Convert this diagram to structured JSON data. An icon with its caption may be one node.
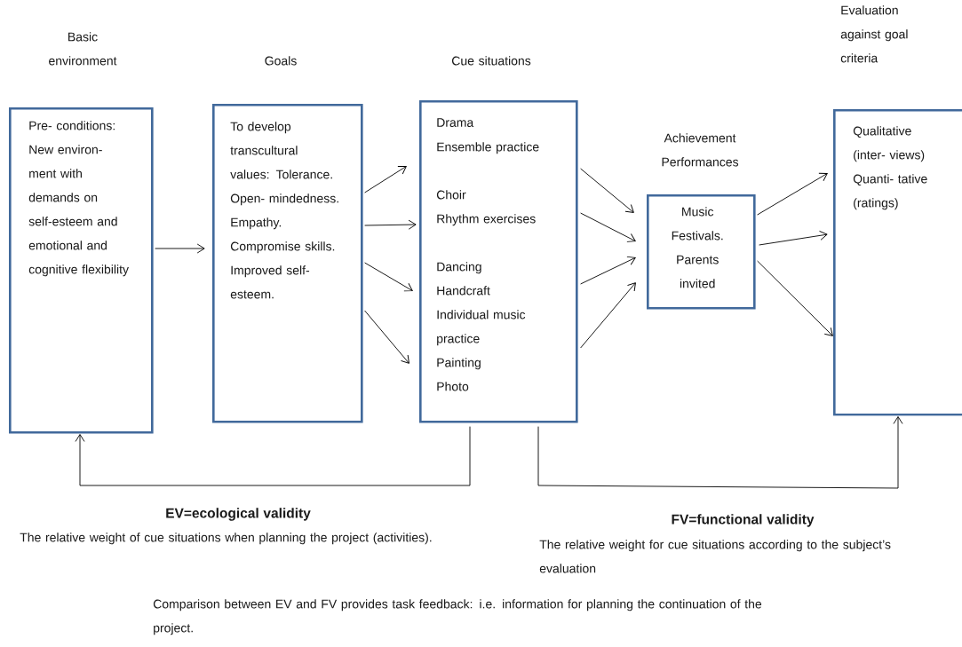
{
  "diagram": {
    "nodes": [
      {
        "text": [
          "Basic environment",
          "Pre- conditions: New environ- ment with demands on self-esteem and emotional and cognitive flexibility"
        ]
      },
      {
        "text": [
          "Goals",
          "To develop transcultural values: Tolerance. Open- mindedness. Empathy. Compromise skills. Improved self-esteem."
        ]
      },
      {
        "text": [
          "Cue situations",
          "Drama",
          "Ensemble practice",
          "Choir",
          "Rhythm exercises",
          "Dancing",
          "Handcraft",
          "Individual music practice",
          "Painting",
          "Photo"
        ]
      },
      {
        "text": [
          "Achievement Performances",
          "Music Festivals. Parents invited"
        ]
      },
      {
        "text": [
          "Evaluation against goal criteria",
          "Qualitative (inter- views) Quanti- tative (ratings)"
        ]
      }
    ],
    "edges": [
      {
        "from": 0,
        "to": 1,
        "arrow": "to"
      },
      {
        "from": 1,
        "to": 2,
        "arrow": "to"
      },
      {
        "from": 1,
        "to": 2,
        "arrow": "to"
      },
      {
        "from": 1,
        "to": 2,
        "arrow": "to"
      },
      {
        "from": 1,
        "to": 2,
        "arrow": "to"
      },
      {
        "from": 2,
        "to": 3,
        "arrow": "to"
      },
      {
        "from": 2,
        "to": 3,
        "arrow": "to"
      },
      {
        "from": 2,
        "to": 3,
        "arrow": "to"
      },
      {
        "from": 2,
        "to": 3,
        "arrow": "to"
      },
      {
        "from": 3,
        "to": 4,
        "arrow": "to"
      },
      {
        "from": 3,
        "to": 4,
        "arrow": "to"
      },
      {
        "from": 3,
        "to": 4,
        "arrow": "to"
      },
      {
        "from": 2,
        "to": 0,
        "arrow": "to"
      },
      {
        "from": 2,
        "to": 4,
        "arrow": "to"
      }
    ],
    "labels": [
      "EV=ecological validity",
      "The relative weight of cue situations when planning the project (activities).",
      "FV=functional validity",
      "The relative weight for cue situations according to the subject’s evaluation",
      "Comparison between EV and FV provides task feedback: i.e. information for planning the continuation of the project."
    ]
  }
}
